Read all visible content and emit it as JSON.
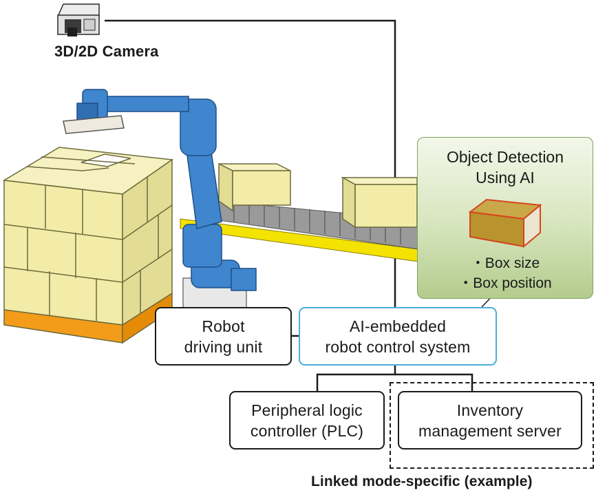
{
  "camera": {
    "label": "3D/2D Camera"
  },
  "detection": {
    "title_line1": "Object Detection",
    "title_line2": "Using AI",
    "items": [
      "・Box size",
      "・Box position"
    ]
  },
  "robot_driving_unit": {
    "line1": "Robot",
    "line2": "driving unit"
  },
  "ai_control_system": {
    "line1": "AI-embedded",
    "line2": "robot control system"
  },
  "plc": {
    "line1": "Peripheral logic",
    "line2": "controller (PLC)"
  },
  "inventory": {
    "line1": "Inventory",
    "line2": "management server"
  },
  "linked_caption": "Linked mode-specific (example)",
  "colors": {
    "box_fill": "#f2eca8",
    "box_edge": "#6b6a3a",
    "pallet": "#f39c1a",
    "robot_blue": "#3f86cf",
    "conveyor_yellow": "#f4e200",
    "ai_border": "#4aaed8",
    "panel_green": "#b3cc8d"
  }
}
